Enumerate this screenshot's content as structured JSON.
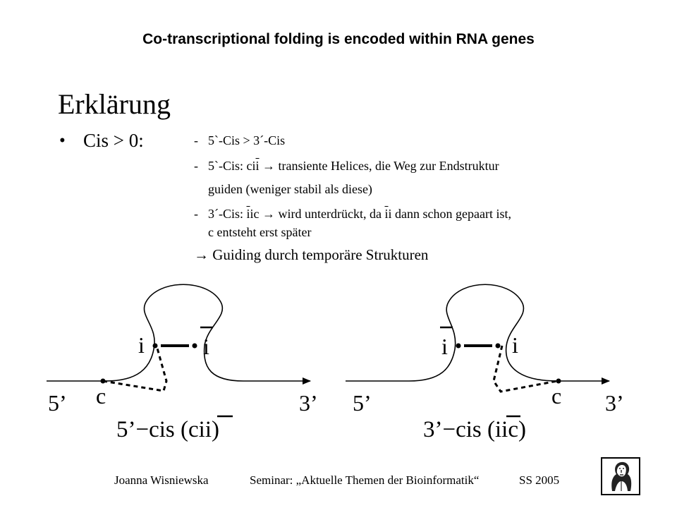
{
  "header": {
    "title": "Co-transcriptional folding is encoded within RNA genes"
  },
  "heading": "Erklärung",
  "bullet": {
    "label": "Cis > 0:",
    "items": [
      {
        "dash": "-",
        "text": "5`-Cis > 3´-Cis"
      },
      {
        "dash": "-",
        "pre": "5`-Cis: ci",
        "bar": "i",
        "arrow": "→",
        "post": " transiente Helices, die Weg zur Endstruktur",
        "line2": "guiden (weniger stabil als diese)"
      },
      {
        "dash": "-",
        "pre": "3´-Cis: ",
        "bar": "i",
        "mid": "ic ",
        "arrow": "→",
        "post": " wird unterdrückt, da ",
        "bar2": "i",
        "post2": "i dann schon gepaart ist,",
        "line2": "c entsteht erst später"
      }
    ],
    "conclusion_arrow": "→",
    "conclusion": "Guiding durch temporäre Strukturen"
  },
  "diagrams": [
    {
      "five_prime": "5’",
      "three_prime": "3’",
      "label_left_i": "i",
      "label_right_i": "i",
      "label_c": "c",
      "caption_pre": "5’−cis (c",
      "caption_bar": "i",
      "caption_post": "i)"
    },
    {
      "five_prime": "5’",
      "three_prime": "3’",
      "label_left_i": "i",
      "label_right_i": "i",
      "label_c": "c",
      "caption_pre": "3’−cis (",
      "caption_bar": "i",
      "caption_post": "ic)"
    }
  ],
  "footer": {
    "author": "Joanna Wisniewska",
    "seminar": "Seminar: „Aktuelle Themen der Bioinformatik“",
    "term": "SS 2005"
  },
  "logo_icon": "goethe-portrait-icon"
}
